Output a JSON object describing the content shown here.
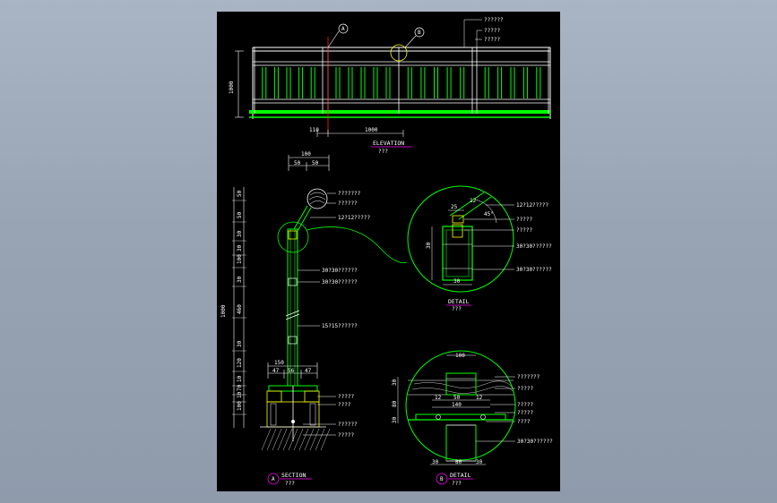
{
  "elevation": {
    "title": "ELEVATION",
    "subtitle": "???",
    "height_dim": "1000",
    "dim_left": "110",
    "dim_span": "1000",
    "marker_a": "A",
    "marker_b": "B",
    "callouts": [
      "??????",
      "?????",
      "?????"
    ]
  },
  "section": {
    "title": "SECTION",
    "subtitle": "???",
    "marker": "A",
    "top_dims": [
      "100",
      "50",
      "50"
    ],
    "left_dims": [
      "50",
      "50",
      "30",
      "30",
      "100",
      "30",
      "460",
      "30",
      "120",
      "10",
      "70",
      "10",
      "100"
    ],
    "overall_dim": "1000",
    "base_dims": [
      "150",
      "47",
      "56",
      "47"
    ],
    "callouts": [
      "???????",
      "??????",
      "12?12?????",
      "30?30??????",
      "30?30??????",
      "15?15??????",
      "?????",
      "????",
      "??????",
      "?????"
    ]
  },
  "detail_a": {
    "title": "DETAIL",
    "subtitle": "???",
    "dims": [
      "25",
      "12",
      "30",
      "30"
    ],
    "angle": "45°",
    "callouts": [
      "12?12?????",
      "?????",
      "?????",
      "30?30??????",
      "30?30??????"
    ]
  },
  "detail_b": {
    "title": "DETAIL",
    "subtitle": "???",
    "marker": "B",
    "dims_top": [
      "100",
      "12",
      "50",
      "12",
      "140"
    ],
    "dims_left": [
      "30",
      "80",
      "30"
    ],
    "dims_bottom": [
      "30",
      "80",
      "30"
    ],
    "callouts": [
      "???????",
      "?????",
      "?????",
      "?????",
      "????",
      "30?30??????"
    ]
  }
}
